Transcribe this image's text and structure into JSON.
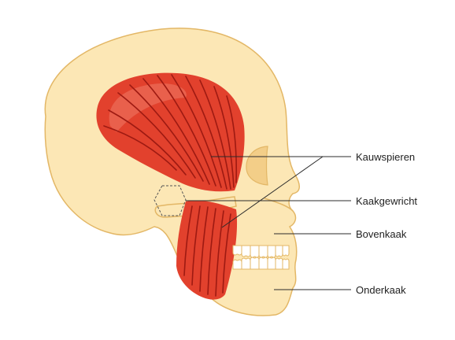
{
  "colors": {
    "bone_fill": "#FCE7B5",
    "bone_stroke": "#E3B766",
    "muscle": "#E2412D",
    "muscle_fiber": "#9E1A12",
    "muscle_highlight": "#EE7A66",
    "leader": "#2B2B2B",
    "joint_outline": "#555555"
  },
  "labels": {
    "masseter": "Kauwspieren",
    "jaw_joint": "Kaakgewricht",
    "upper_jaw": "Bovenkaak",
    "lower_jaw": "Onderkaak"
  }
}
